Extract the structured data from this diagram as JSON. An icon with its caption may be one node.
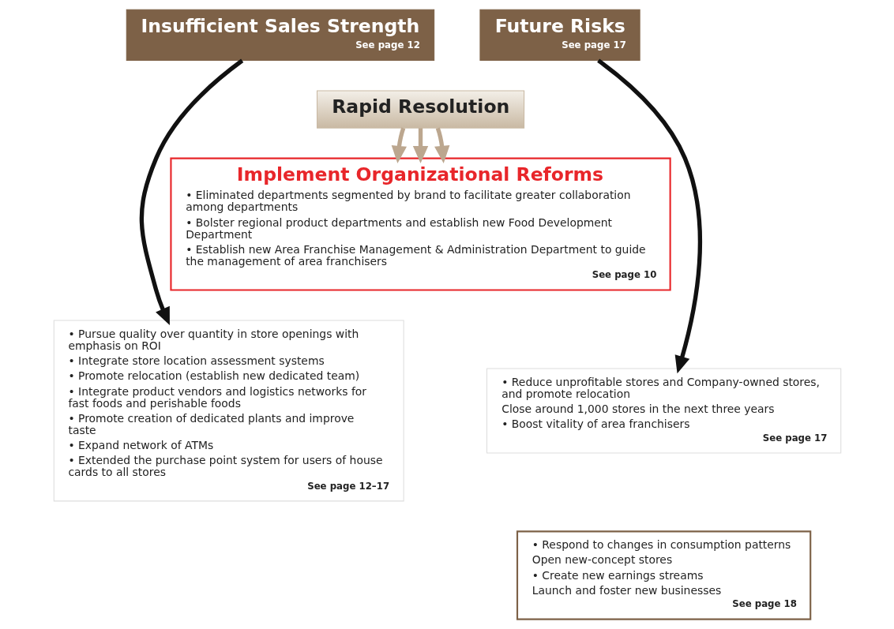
{
  "diagram": {
    "nodes": [
      {
        "text": [
          "Insufficient Sales Strength",
          "See page 12"
        ]
      },
      {
        "text": [
          "Future Risks",
          "See page 17"
        ]
      },
      {
        "text": [
          "Rapid Resolution"
        ]
      },
      {
        "text": [
          "Implement Organizational Reforms",
          "• Eliminated departments segmented by brand to facilitate greater collaboration among departments",
          "• Bolster regional product departments and establish new Food Development Department",
          "• Establish new Area Franchise Management & Administration Department to guide the management of area franchisers",
          "See page 10"
        ]
      },
      {
        "text": [
          "• Pursue quality over quantity in store openings with emphasis on ROI",
          "• Integrate store location assessment systems",
          "• Promote relocation (establish new dedicated team)",
          "• Integrate product vendors and logistics networks for fast foods and perishable foods",
          "• Promote creation of dedicated plants and improve taste",
          "• Expand network of ATMs",
          "• Extended the purchase point system for users of house cards to all stores",
          "See page 12–17"
        ]
      },
      {
        "text": [
          "• Reduce unprofitable stores and Company-owned stores, and promote relocation",
          "Close around 1,000 stores in the next three years",
          "• Boost vitality of area franchisers",
          "See page 17"
        ]
      },
      {
        "text": [
          "• Respond to changes in consumption patterns",
          "Open new-concept stores",
          "• Create new earnings streams",
          "Launch and foster new businesses",
          "See page 18"
        ]
      }
    ],
    "edges": [
      {
        "from": 0,
        "to": 4,
        "arrow": "to",
        "color": "#111111"
      },
      {
        "from": 1,
        "to": 5,
        "arrow": "to",
        "color": "#111111"
      },
      {
        "from": 2,
        "to": 3,
        "arrow": "to",
        "color": "#bca78f"
      },
      {
        "from": 2,
        "to": 3,
        "arrow": "to",
        "color": "#bca78f"
      },
      {
        "from": 2,
        "to": 3,
        "arrow": "to",
        "color": "#bca78f"
      }
    ]
  }
}
